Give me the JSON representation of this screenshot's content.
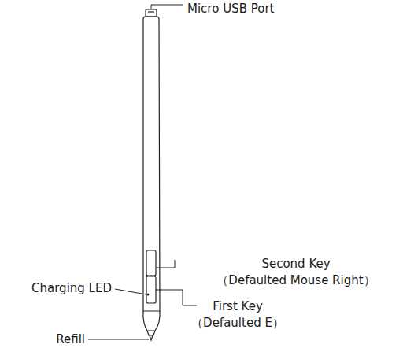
{
  "diagram": {
    "labels": [
      "Micro USB Port",
      "Second Key",
      "（Defaulted Mouse Right）",
      "Charging LED",
      "First Key",
      "（Defaulted E）",
      "Refill"
    ]
  }
}
